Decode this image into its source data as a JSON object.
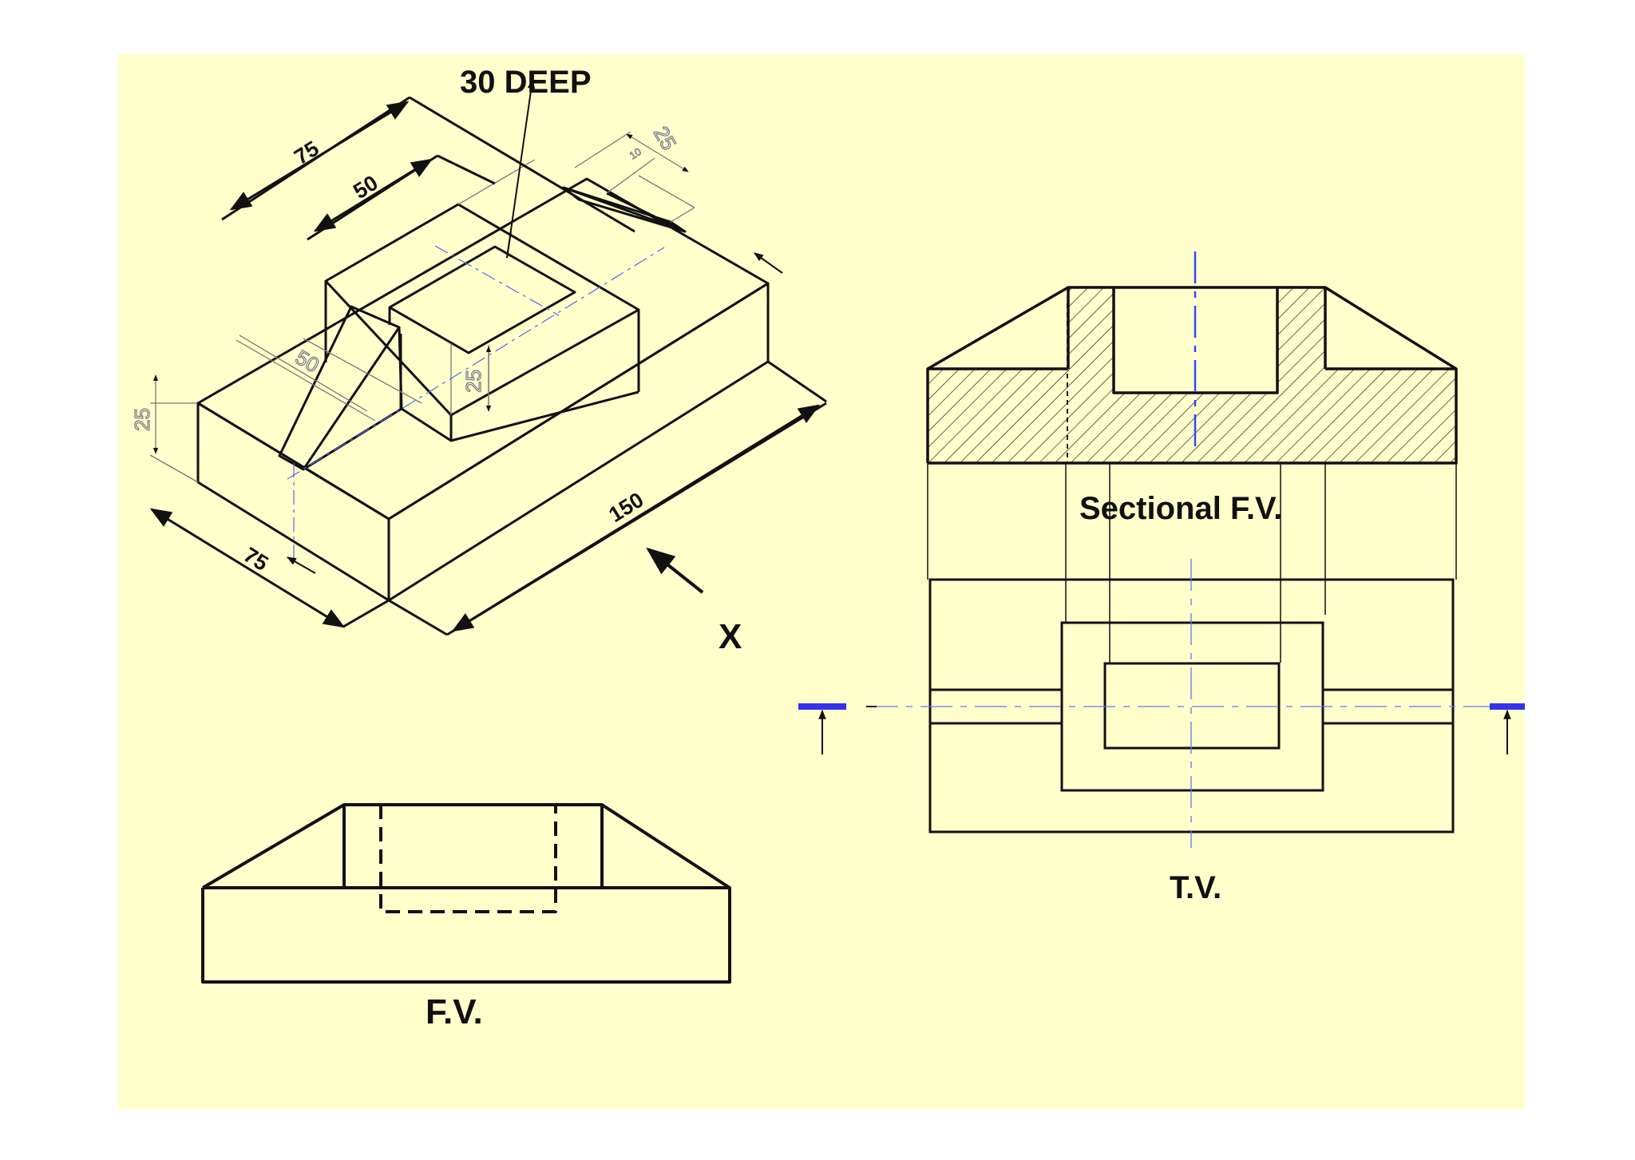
{
  "colors": {
    "background": "#ffffcc",
    "line": "#111111",
    "thin_line": "#666666",
    "center_line": "#3344ff",
    "cutting_plane": "#3333ee"
  },
  "labels": {
    "depth_note": "30 DEEP",
    "view_direction": "X",
    "sectional_fv": "Sectional F.V.",
    "tv": "T.V.",
    "fv": "F.V."
  },
  "dimensions": {
    "top_length": "75",
    "top_inner": "50",
    "slot_outer": "25",
    "slot_inner": "10",
    "block_height": "25",
    "base_height": "25",
    "base_width": "75",
    "base_length": "150",
    "slot_length": "50"
  }
}
